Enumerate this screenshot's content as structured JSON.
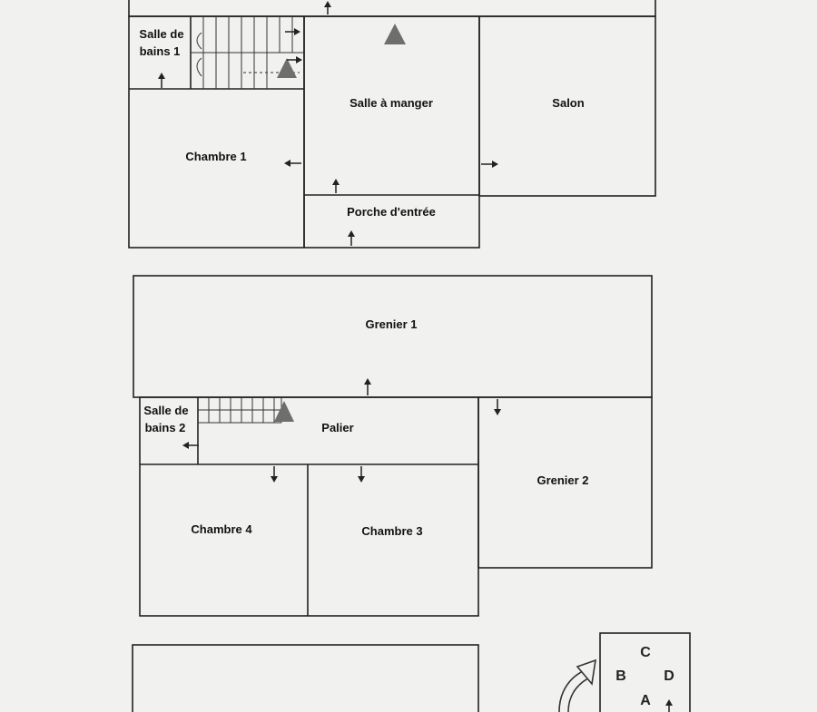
{
  "ground_floor": {
    "rooms": {
      "bathroom_1": [
        "Salle de",
        "bains 1"
      ],
      "bedroom_1": "Chambre 1",
      "dining_room": "Salle à manger",
      "living_room": "Salon",
      "entrance_porch": "Porche d'entrée"
    }
  },
  "upper_floor": {
    "rooms": {
      "attic_1": "Grenier 1",
      "bathroom_2": [
        "Salle de",
        "bains 2"
      ],
      "landing": "Palier",
      "attic_2": "Grenier 2",
      "bedroom_4": "Chambre 4",
      "bedroom_3": "Chambre 3"
    }
  },
  "orientation_key": {
    "letters": {
      "c": "C",
      "b": "B",
      "d": "D",
      "a": "A"
    }
  },
  "colors": {
    "background": "#f1f1ef",
    "walls": "#222222",
    "position_marker": "#6e6e6e"
  }
}
